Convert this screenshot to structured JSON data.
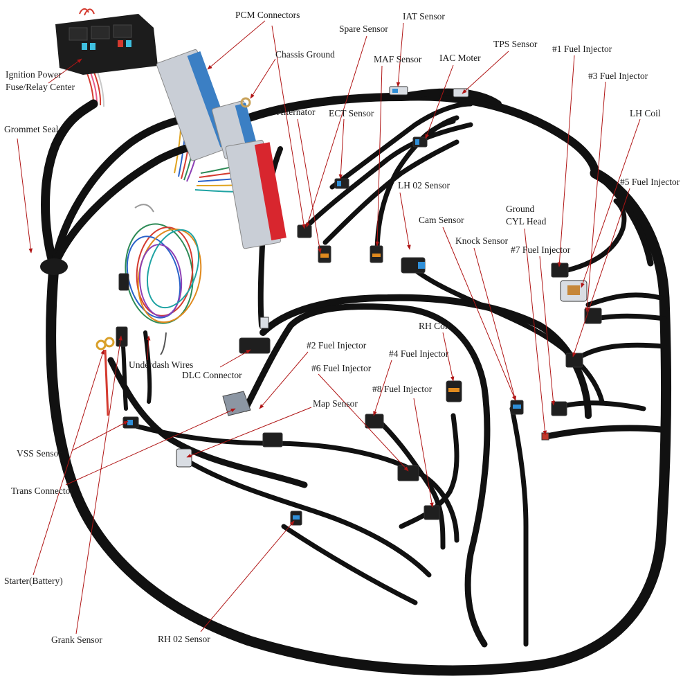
{
  "colors": {
    "leader": "#b01515",
    "harness": "#111111",
    "fuse_box": "#1c1c1c",
    "pcm_blue": "#3b7fc4",
    "pcm_red": "#d8262e",
    "connector_blue": "#2f8fd8",
    "label_text": "#1a1a1a"
  },
  "labels": {
    "ignition_power": "Ignition Power",
    "fuse_relay_center": "Fuse/Relay Center",
    "grommet_seal": "Grommet Seal",
    "pcm_connectors": "PCM Connectors",
    "chassis_ground": "Chassis Ground",
    "spare_sensor": "Spare Sensor",
    "iat_sensor": "IAT Sensor",
    "maf_sensor": "MAF Sensor",
    "iac_moter": "IAC Moter",
    "tps_sensor": "TPS Sensor",
    "fuel_injector_1": "#1 Fuel Injector",
    "fuel_injector_3": "#3 Fuel Injector",
    "lh_coil": "LH Coil",
    "alternator": "Alternator",
    "ect_sensor": "ECT Sensor",
    "lh_02_sensor": "LH 02 Sensor",
    "fuel_injector_5": "#5 Fuel Injector",
    "ground": "Ground",
    "cyl_head": "CYL Head",
    "cam_sensor": "Cam Sensor",
    "knock_sensor": "Knock Sensor",
    "fuel_injector_7": "#7 Fuel Injector",
    "rh_coil": "RH Coil",
    "fuel_injector_2": "#2 Fuel Injector",
    "fuel_injector_4": "#4 Fuel Injector",
    "fuel_injector_6": "#6 Fuel Injector",
    "fuel_injector_8": "#8 Fuel Injector",
    "underdash_wires": "Underdash Wires",
    "dlc_connector": "DLC Connector",
    "map_sensor": "Map Sensor",
    "vss_sensor": "VSS Sensor",
    "trans_connector": "Trans Connector",
    "starter_battery": "Starter(Battery)",
    "grank_sensor": "Grank Sensor",
    "rh_02_sensor": "RH 02 Sensor"
  }
}
